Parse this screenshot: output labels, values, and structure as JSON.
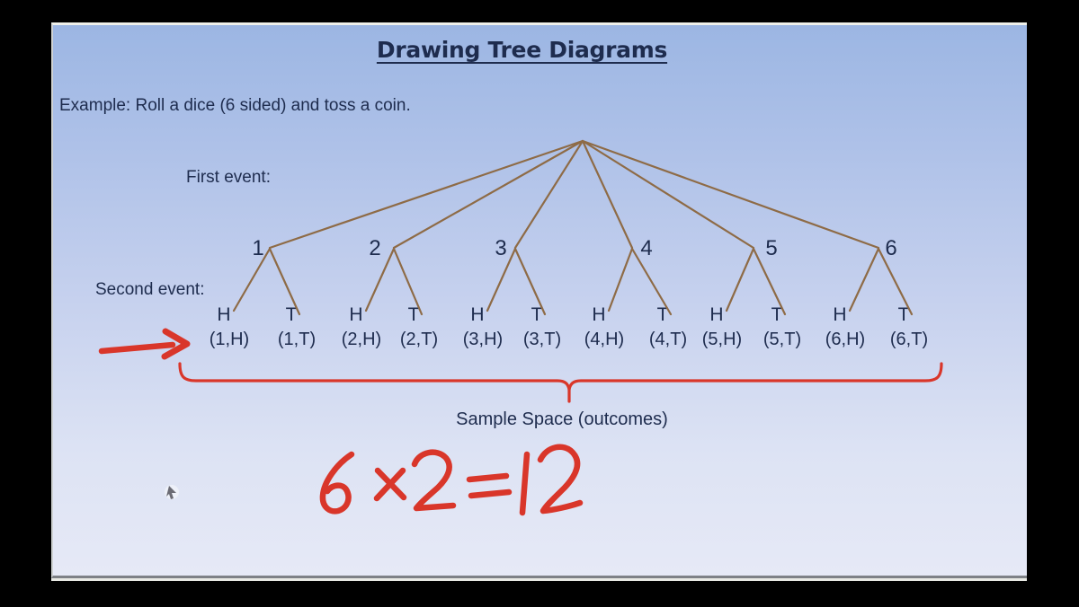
{
  "slide": {
    "title": "Drawing Tree Diagrams",
    "example": "Example: Roll a dice (6 sided) and toss a coin.",
    "first_event_label": "First event:",
    "second_event_label": "Second event:",
    "sample_space_label": "Sample Space (outcomes)",
    "equation": "6 × 2 = 12"
  },
  "tree": {
    "first_event_outcomes": [
      "1",
      "2",
      "3",
      "4",
      "5",
      "6"
    ],
    "second_event_outcomes": [
      "H",
      "T"
    ],
    "sample_space": [
      "(1,H)",
      "(1,T)",
      "(2,H)",
      "(2,T)",
      "(3,H)",
      "(3,T)",
      "(4,H)",
      "(4,T)",
      "(5,H)",
      "(5,T)",
      "(6,H)",
      "(6,T)"
    ]
  },
  "colors": {
    "frame": "#000000",
    "background_top": "#9cb6e3",
    "background_bottom": "#e6e9f6",
    "text": "#1e2c4e",
    "tree_line": "#8e6b46",
    "annotation_red": "#d9362a"
  }
}
